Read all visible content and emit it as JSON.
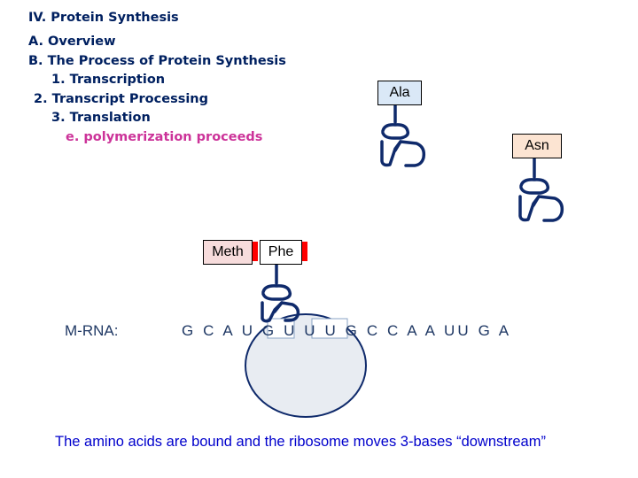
{
  "outline": {
    "line1": "IV. Protein Synthesis",
    "line2": "A. Overview",
    "line3": "B. The Process of Protein Synthesis",
    "line4": "1. Transcription",
    "line5": "2. Transcript Processing",
    "line6": "3. Translation",
    "line7": "e. polymerization proceeds"
  },
  "amino_acids": {
    "ala": "Ala",
    "asn": "Asn",
    "meth": "Meth",
    "phe": "Phe"
  },
  "mrna": {
    "label": "M-RNA:",
    "sequence": "G C A U G U U U G C C A A UU G A"
  },
  "caption": "The amino acids are bound and the ribosome moves 3-bases “downstream”",
  "colors": {
    "outline_text": "#002060",
    "highlight_text": "#cc3399",
    "trna_stroke": "#0f2a6b",
    "ribosome_fill": "#e8ecf2",
    "peptide_bond": "#ff0000",
    "caption_text": "#0000cc"
  },
  "icons": [
    "trna-icon",
    "ribosome-shape",
    "peptide-bond-mark"
  ]
}
